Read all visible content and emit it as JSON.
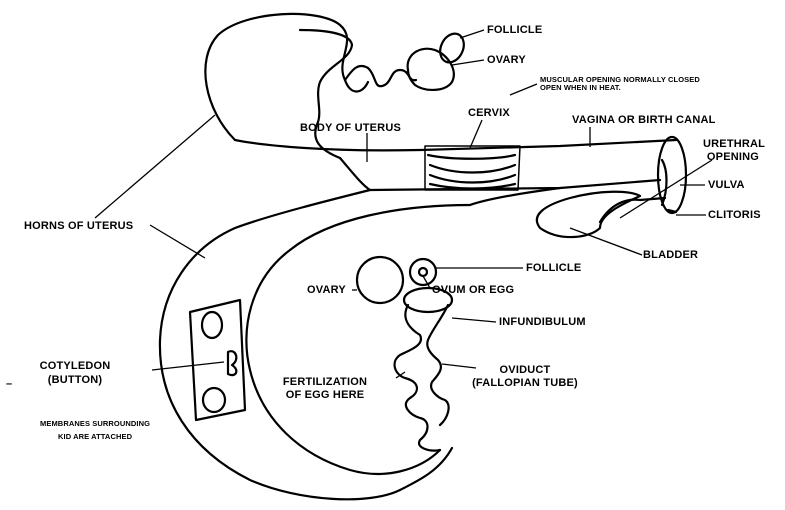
{
  "labels": {
    "follicle_top": "FOLLICLE",
    "ovary_top": "OVARY",
    "muscular_line1": "MUSCULAR OPENING NORMALLY CLOSED",
    "muscular_line2": "OPEN WHEN IN HEAT.",
    "cervix": "CERVIX",
    "body_of_uterus": "BODY OF UTERUS",
    "vagina": "VAGINA OR BIRTH CANAL",
    "urethral_line1": "URETHRAL",
    "urethral_line2": "OPENING",
    "vulva": "VULVA",
    "clitoris": "CLITORIS",
    "horns": "HORNS OF UTERUS",
    "bladder": "BLADDER",
    "follicle_mid": "FOLLICLE",
    "ovary_mid": "OVARY",
    "ovum": "OVUM OR EGG",
    "infundibulum": "INFUNDIBULUM",
    "cotyledon_line1": "COTYLEDON",
    "cotyledon_line2": "(BUTTON)",
    "fertilization_line1": "FERTILIZATION",
    "fertilization_line2": "OF EGG HERE",
    "oviduct_line1": "OVIDUCT",
    "oviduct_line2": "(FALLOPIAN TUBE)",
    "membranes_line1": "MEMBRANES SURROUNDING",
    "membranes_line2": "KID ARE ATTACHED",
    "dash": "–"
  }
}
